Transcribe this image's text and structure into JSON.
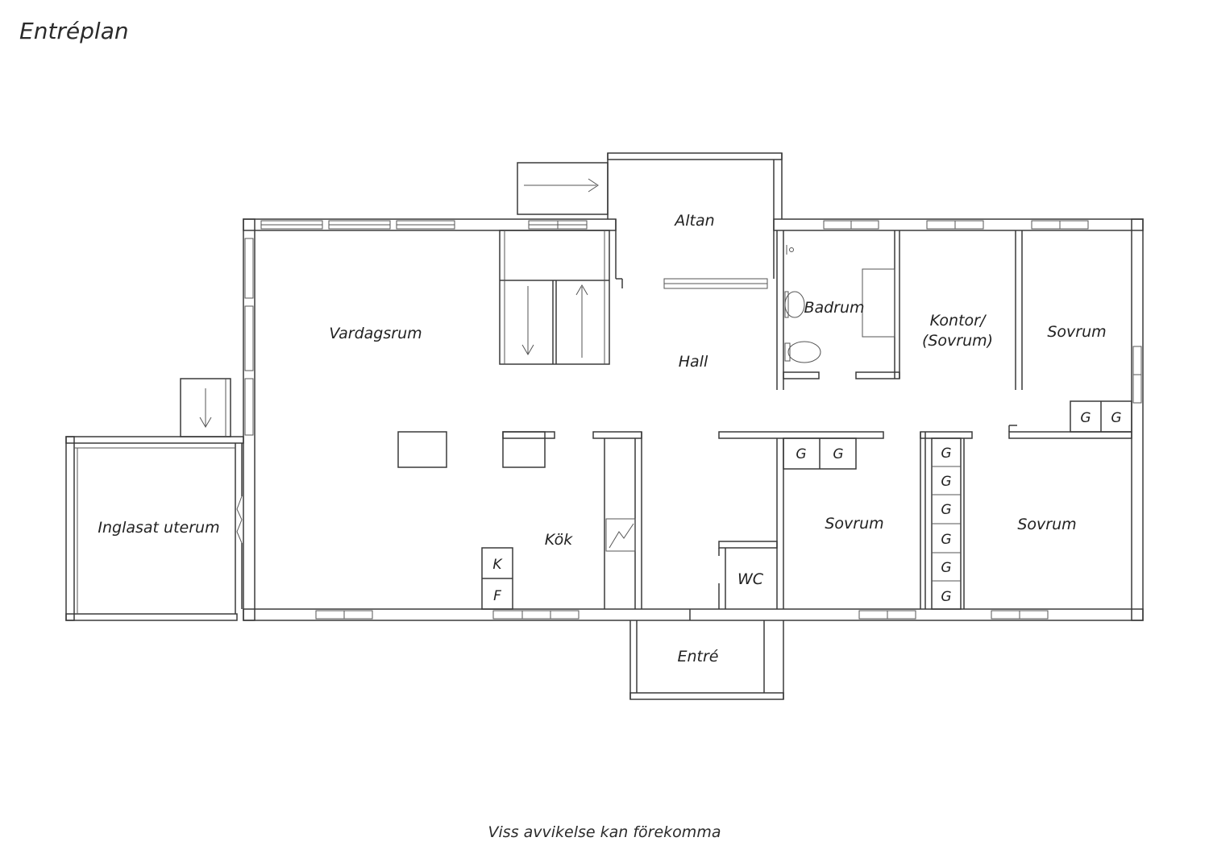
{
  "title": "Entréplan",
  "footnote": "Viss avvikelse kan förekomma",
  "rooms": {
    "altan": "Altan",
    "vardagsrum": "Vardagsrum",
    "hall": "Hall",
    "badrum": "Badrum",
    "kontor_line1": "Kontor/",
    "kontor_line2": "(Sovrum)",
    "sovrum_ne": "Sovrum",
    "inglasat_uterum": "Inglasat uterum",
    "kok": "Kök",
    "sovrum_mid": "Sovrum",
    "sovrum_se": "Sovrum",
    "wc": "WC",
    "entre": "Entré"
  },
  "fixtures": {
    "wardrobe": "G",
    "fridge": "K",
    "freezer": "F"
  }
}
